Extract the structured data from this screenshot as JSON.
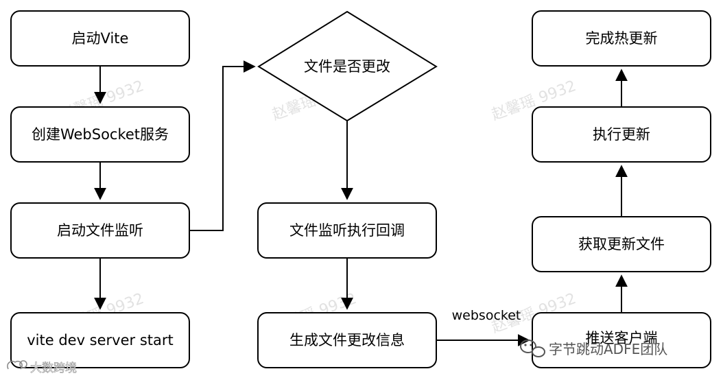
{
  "nodes": {
    "start_vite": "启动Vite",
    "create_websocket": "创建WebSocket服务",
    "start_file_watch": "启动文件监听",
    "vite_dev_server_start": "vite dev server start",
    "file_changed_decision": "文件是否更改",
    "file_watch_callback": "文件监听执行回调",
    "generate_change_info": "生成文件更改信息",
    "push_client": "推送客户端",
    "get_updated_files": "获取更新文件",
    "execute_update": "执行更新",
    "hot_update_done": "完成热更新"
  },
  "edges": {
    "websocket_label": "websocket"
  },
  "watermarks": {
    "author": "赵馨瑶 9932"
  },
  "branding": {
    "wechat_account": "字节跳动ADFE团队",
    "bottom_left_account": "大数跨境"
  }
}
